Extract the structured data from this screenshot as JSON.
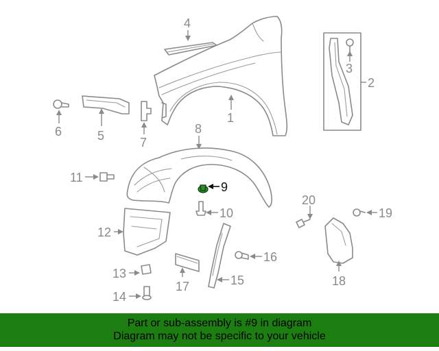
{
  "callouts": {
    "c1": "1",
    "c2": "2",
    "c3": "3",
    "c4": "4",
    "c5": "5",
    "c6": "6",
    "c7": "7",
    "c8": "8",
    "c9": "9",
    "c10": "10",
    "c11": "11",
    "c12": "12",
    "c13": "13",
    "c14": "14",
    "c15": "15",
    "c16": "16",
    "c17": "17",
    "c18": "18",
    "c19": "19",
    "c20": "20"
  },
  "highlighted_part": "9",
  "colors": {
    "banner": "#1c7d11",
    "highlight_part": "#2e8b2e",
    "line_art": "#8a8a8a"
  },
  "footer": {
    "line1": "Part or sub-assembly is #9 in diagram",
    "line2": "Diagram may not be specific to your vehicle"
  }
}
